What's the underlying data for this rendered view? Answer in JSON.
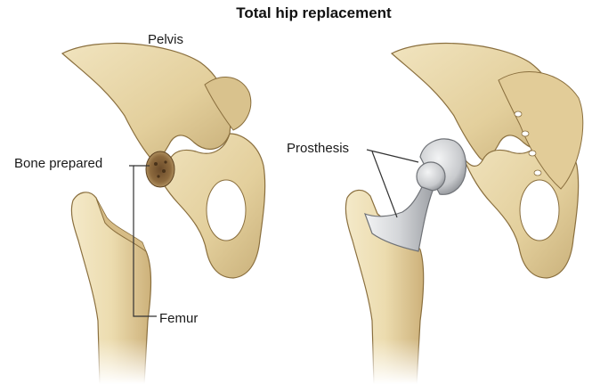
{
  "title": "Total hip replacement",
  "labels": {
    "pelvis": "Pelvis",
    "bone_prepared": "Bone prepared",
    "femur": "Femur",
    "prosthesis": "Prosthesis"
  },
  "colors": {
    "bone_fill": "#e7d6a8",
    "bone_shade": "#c9b07a",
    "bone_outline": "#8a6f3e",
    "prosthesis_fill": "#d9dadc",
    "prosthesis_shade": "#a9abb0",
    "leader_line": "#333333"
  }
}
